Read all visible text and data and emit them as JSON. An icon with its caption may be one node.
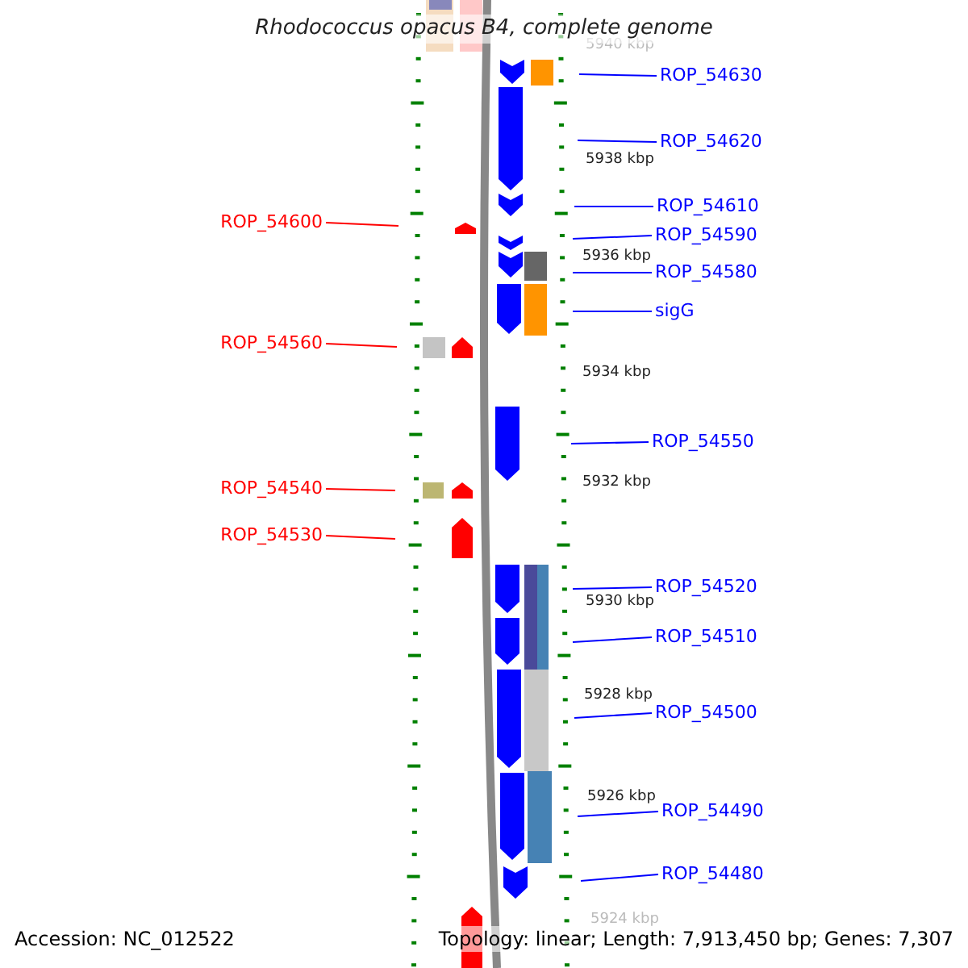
{
  "diagram": {
    "title": "Rhodococcus opacus B4, complete genome",
    "nodes": [
      {
        "text": [
          "ROP_54630"
        ]
      },
      {
        "text": [
          "ROP_54620"
        ]
      },
      {
        "text": [
          "ROP_54610"
        ]
      },
      {
        "text": [
          "ROP_54600"
        ]
      },
      {
        "text": [
          "ROP_54590"
        ]
      },
      {
        "text": [
          "ROP_54580"
        ]
      },
      {
        "text": [
          "sigG"
        ]
      },
      {
        "text": [
          "ROP_54560"
        ]
      },
      {
        "text": [
          "ROP_54550"
        ]
      },
      {
        "text": [
          "ROP_54540"
        ]
      },
      {
        "text": [
          "ROP_54530"
        ]
      },
      {
        "text": [
          "ROP_54520"
        ]
      },
      {
        "text": [
          "ROP_54510"
        ]
      },
      {
        "text": [
          "ROP_54500"
        ]
      },
      {
        "text": [
          "ROP_54490"
        ]
      },
      {
        "text": [
          "ROP_54480"
        ]
      }
    ],
    "edges": [
      {
        "from": 0,
        "to": null,
        "arrow": "none"
      },
      {
        "from": 1,
        "to": null,
        "arrow": "none"
      },
      {
        "from": 2,
        "to": null,
        "arrow": "none"
      },
      {
        "from": 3,
        "to": null,
        "arrow": "none",
        "color": "#ff0000"
      },
      {
        "from": 4,
        "to": null,
        "arrow": "none"
      },
      {
        "from": 5,
        "to": null,
        "arrow": "none"
      },
      {
        "from": 6,
        "to": null,
        "arrow": "none"
      },
      {
        "from": 7,
        "to": null,
        "arrow": "none",
        "color": "#ff0000"
      },
      {
        "from": 8,
        "to": null,
        "arrow": "none"
      },
      {
        "from": 9,
        "to": null,
        "arrow": "none",
        "color": "#ff0000"
      },
      {
        "from": 10,
        "to": null,
        "arrow": "none",
        "color": "#ff0000"
      },
      {
        "from": 11,
        "to": null,
        "arrow": "none"
      },
      {
        "from": 12,
        "to": null,
        "arrow": "none"
      },
      {
        "from": 13,
        "to": null,
        "arrow": "none"
      },
      {
        "from": 14,
        "to": null,
        "arrow": "none"
      },
      {
        "from": 15,
        "to": null,
        "arrow": "none"
      }
    ],
    "labels": [
      "5940 kbp",
      "5938 kbp",
      "5936 kbp",
      "5934 kbp",
      "5932 kbp",
      "5930 kbp",
      "5928 kbp",
      "5926 kbp",
      "5924 kbp",
      "Accession: NC_012522",
      "Topology: linear; Length: 7,913,450 bp; Genes: 7,307"
    ]
  }
}
